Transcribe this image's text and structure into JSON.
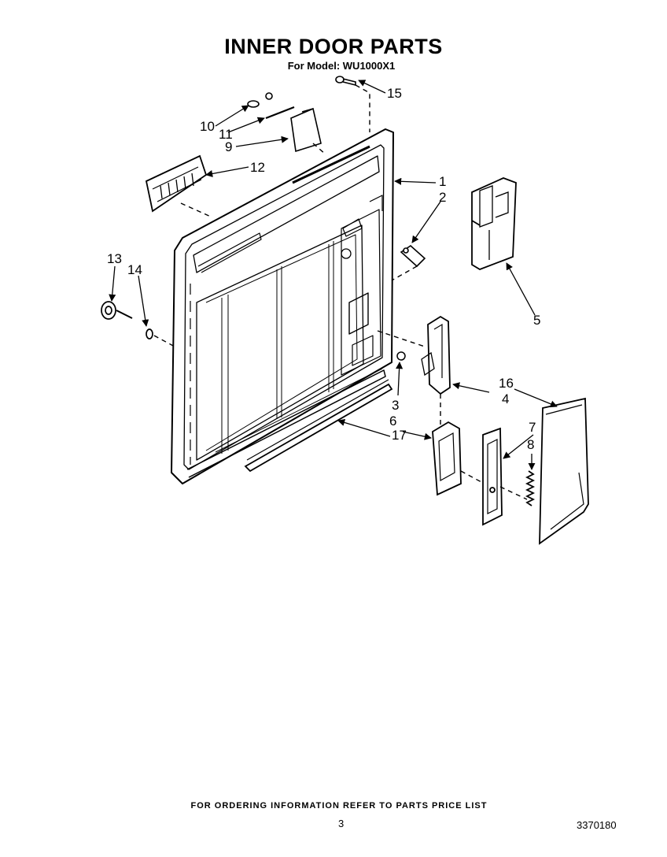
{
  "header": {
    "title": "INNER DOOR PARTS",
    "model": "For Model: WU1000X1"
  },
  "callouts": [
    {
      "id": "c1",
      "label": "1"
    },
    {
      "id": "c2",
      "label": "2"
    },
    {
      "id": "c3",
      "label": "3"
    },
    {
      "id": "c4",
      "label": "4"
    },
    {
      "id": "c5",
      "label": "5"
    },
    {
      "id": "c6",
      "label": "6"
    },
    {
      "id": "c7",
      "label": "7"
    },
    {
      "id": "c8",
      "label": "8"
    },
    {
      "id": "c9",
      "label": "9"
    },
    {
      "id": "c10",
      "label": "10"
    },
    {
      "id": "c11",
      "label": "11"
    },
    {
      "id": "c12",
      "label": "12"
    },
    {
      "id": "c13",
      "label": "13"
    },
    {
      "id": "c14",
      "label": "14"
    },
    {
      "id": "c15",
      "label": "15"
    },
    {
      "id": "c16",
      "label": "16"
    },
    {
      "id": "c17",
      "label": "17"
    }
  ],
  "footer": {
    "ordering_note": "FOR ORDERING INFORMATION REFER TO PARTS PRICE LIST",
    "page_number": "3",
    "document_number": "3370180"
  }
}
